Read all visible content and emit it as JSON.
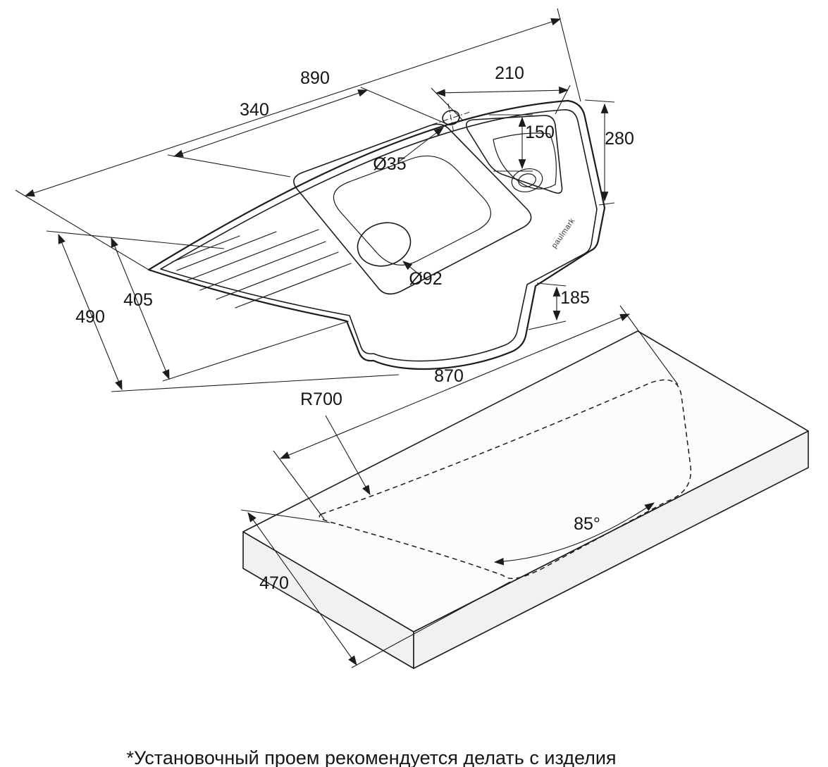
{
  "brand": "paulmark",
  "footnote": "*Установочный проем рекомендуется делать с изделия",
  "top_view": {
    "overall_width": "890",
    "main_bowl_width": "340",
    "small_bowl_width": "210",
    "small_bowl_length": "150",
    "right_side": "280",
    "faucet_hole": "Ø35",
    "drain": "Ø92",
    "inner_depth": "405",
    "overall_depth": "490",
    "front_height": "185"
  },
  "cutout_view": {
    "width": "870",
    "edge_radius": "R700",
    "depth": "470",
    "corner_angle": "85°"
  }
}
